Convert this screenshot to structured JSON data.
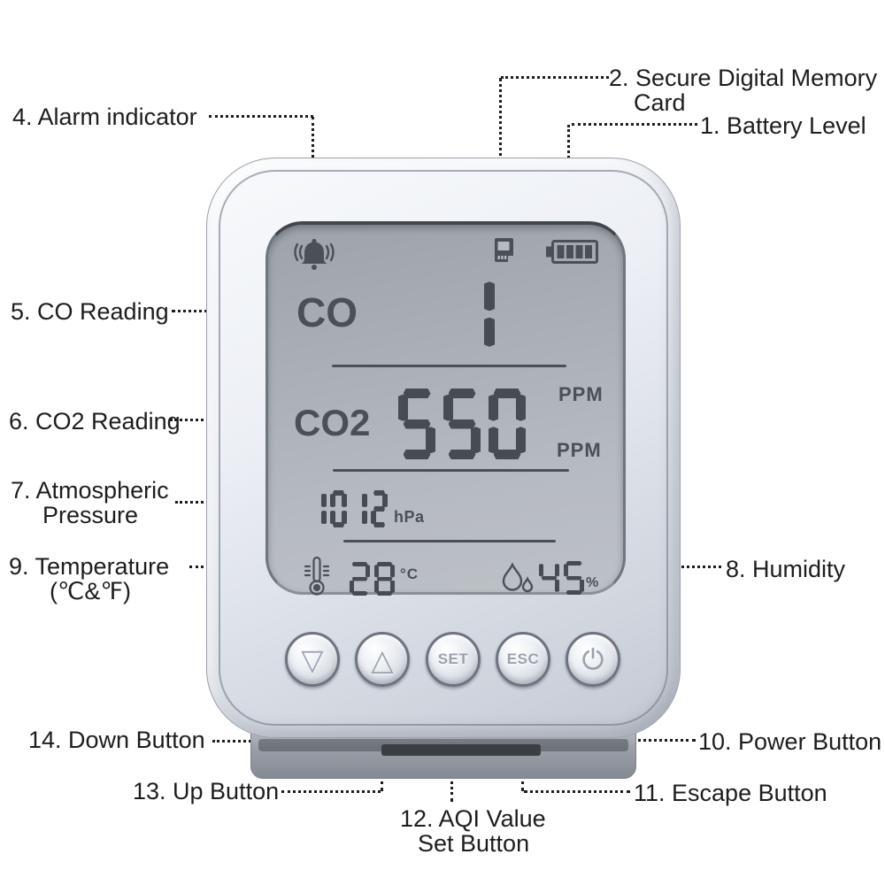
{
  "device": {
    "display": {
      "status": {
        "alarm_icon": "alarm-bell",
        "sd_icon": "sd-memory-card",
        "battery_icon": "battery",
        "battery_bars": 4
      },
      "co": {
        "label": "CO",
        "value": "1",
        "unit": "PPM"
      },
      "co2": {
        "label": "CO2",
        "value": "550",
        "unit": "PPM"
      },
      "pressure": {
        "value": "1012",
        "unit": "hPa"
      },
      "temperature": {
        "value": "28",
        "unit": "°C"
      },
      "humidity": {
        "value": "45",
        "unit": "%"
      }
    },
    "buttons": {
      "down": "▽",
      "up": "△",
      "set": "SET",
      "esc": "ESC",
      "power": "power-symbol"
    }
  },
  "callouts": {
    "battery": {
      "label": "1. Battery Level"
    },
    "sd": {
      "line1": "2. Secure Digital Memory",
      "line2": "Card"
    },
    "alarm": {
      "label": "4. Alarm indicator"
    },
    "co": {
      "label": "5. CO Reading"
    },
    "co2": {
      "label": "6. CO2 Reading"
    },
    "pressure": {
      "line1": "7. Atmospheric",
      "line2": "Pressure"
    },
    "humidity": {
      "label": "8. Humidity"
    },
    "temperature": {
      "line1": "9. Temperature",
      "line2": "(℃&℉)"
    },
    "power": {
      "label": "10. Power Button"
    },
    "escape": {
      "label": "11. Escape Button"
    },
    "aqi": {
      "line1": "12. AQI Value",
      "line2": "Set Button"
    },
    "up": {
      "label": "13. Up Button"
    },
    "down": {
      "label": "14. Down Button"
    }
  },
  "colors": {
    "lcd_segment": "#474c54",
    "screen_bg": "#aeb3ba",
    "leader_line": "#1d1d1f"
  }
}
